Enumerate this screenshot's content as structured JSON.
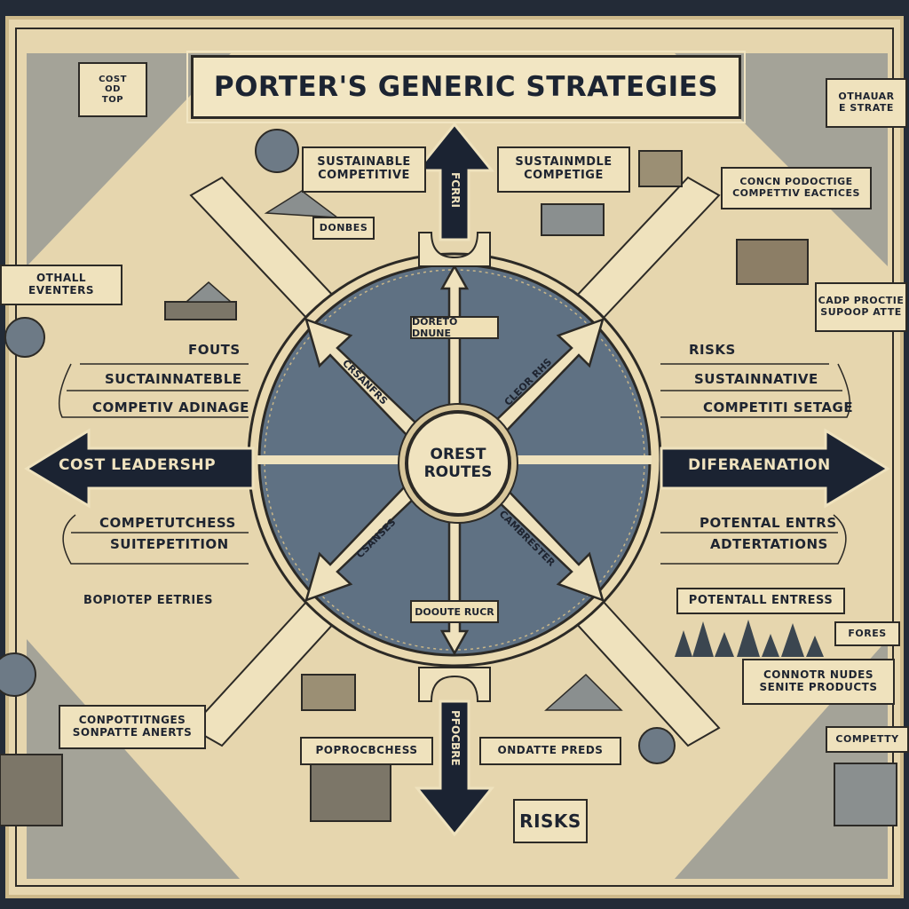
{
  "title": "PORTER'S GENERIC STRATEGIES",
  "center": {
    "line1": "OREST",
    "line2": "ROUTES"
  },
  "left_arrow": "COST LEADERSHP",
  "right_arrow": "DIFERAENATION",
  "top_left_box": {
    "line1": "SUSTAINABLE",
    "line2": "COMPETITIVE"
  },
  "top_right_box": {
    "line1": "SUSTAINMDLE",
    "line2": "COMPETIGE"
  },
  "bottom_left_box": "POPROCBCHESS",
  "bottom_right_box": "ONDATTE PREDS",
  "top_stamp": "DONBES",
  "top_arrow_text": "FCRRI",
  "bottom_arrow_text": "PFOCBRE",
  "inner_ribbon_top": "DORETO DNUNE",
  "inner_ribbon_bottom": "DOOUTE RUCR",
  "diag_tl": "CRSANFRS",
  "diag_tr": "CLEOR RHS",
  "diag_bl": "CSANSES",
  "diag_br": "CAMBRESTER",
  "left_upper": {
    "line1": "FOUTS",
    "line2": "SUCTAINNATEBLE",
    "line3": "COMPETIV ADINAGE"
  },
  "left_lower": {
    "line1": "COMPETUTCHESS",
    "line2": "SUITEPETITION"
  },
  "left_lower_box": "BOPIOTEP EETRIES",
  "right_upper": {
    "line1": "RISKS",
    "line2": "SUSTAINNATIVE",
    "line3": "COMPETITI SETAGE"
  },
  "right_lower": {
    "line1": "POTENTAL ENTRS",
    "line2": "ADTERTATIONS"
  },
  "right_lower_box": "POTENTALL ENTRESS",
  "corner_tl": {
    "line1": "COST",
    "line2": "OD",
    "line3": "TOP"
  },
  "corner_tr": {
    "line1": "OTHAUAR",
    "line2": "E STRATE"
  },
  "right_box1": {
    "line1": "CONCN PODOCTIGE",
    "line2": "COMPETTIV EACTICES"
  },
  "right_box2": {
    "line1": "CADP PROCTIE",
    "line2": "SUPOOP ATTE"
  },
  "left_box1": "OTHALL EVENTERS",
  "left_box2": {
    "line1": "CONPOTTITNGES",
    "line2": "SONPATTE ANERTS"
  },
  "right_box3": {
    "line1": "CONNOTR NUDES",
    "line2": "SENITE PRODUCTS"
  },
  "tag_fores": "FORES",
  "corner_br": "COMPETTY",
  "risks_sign": "RISKS"
}
